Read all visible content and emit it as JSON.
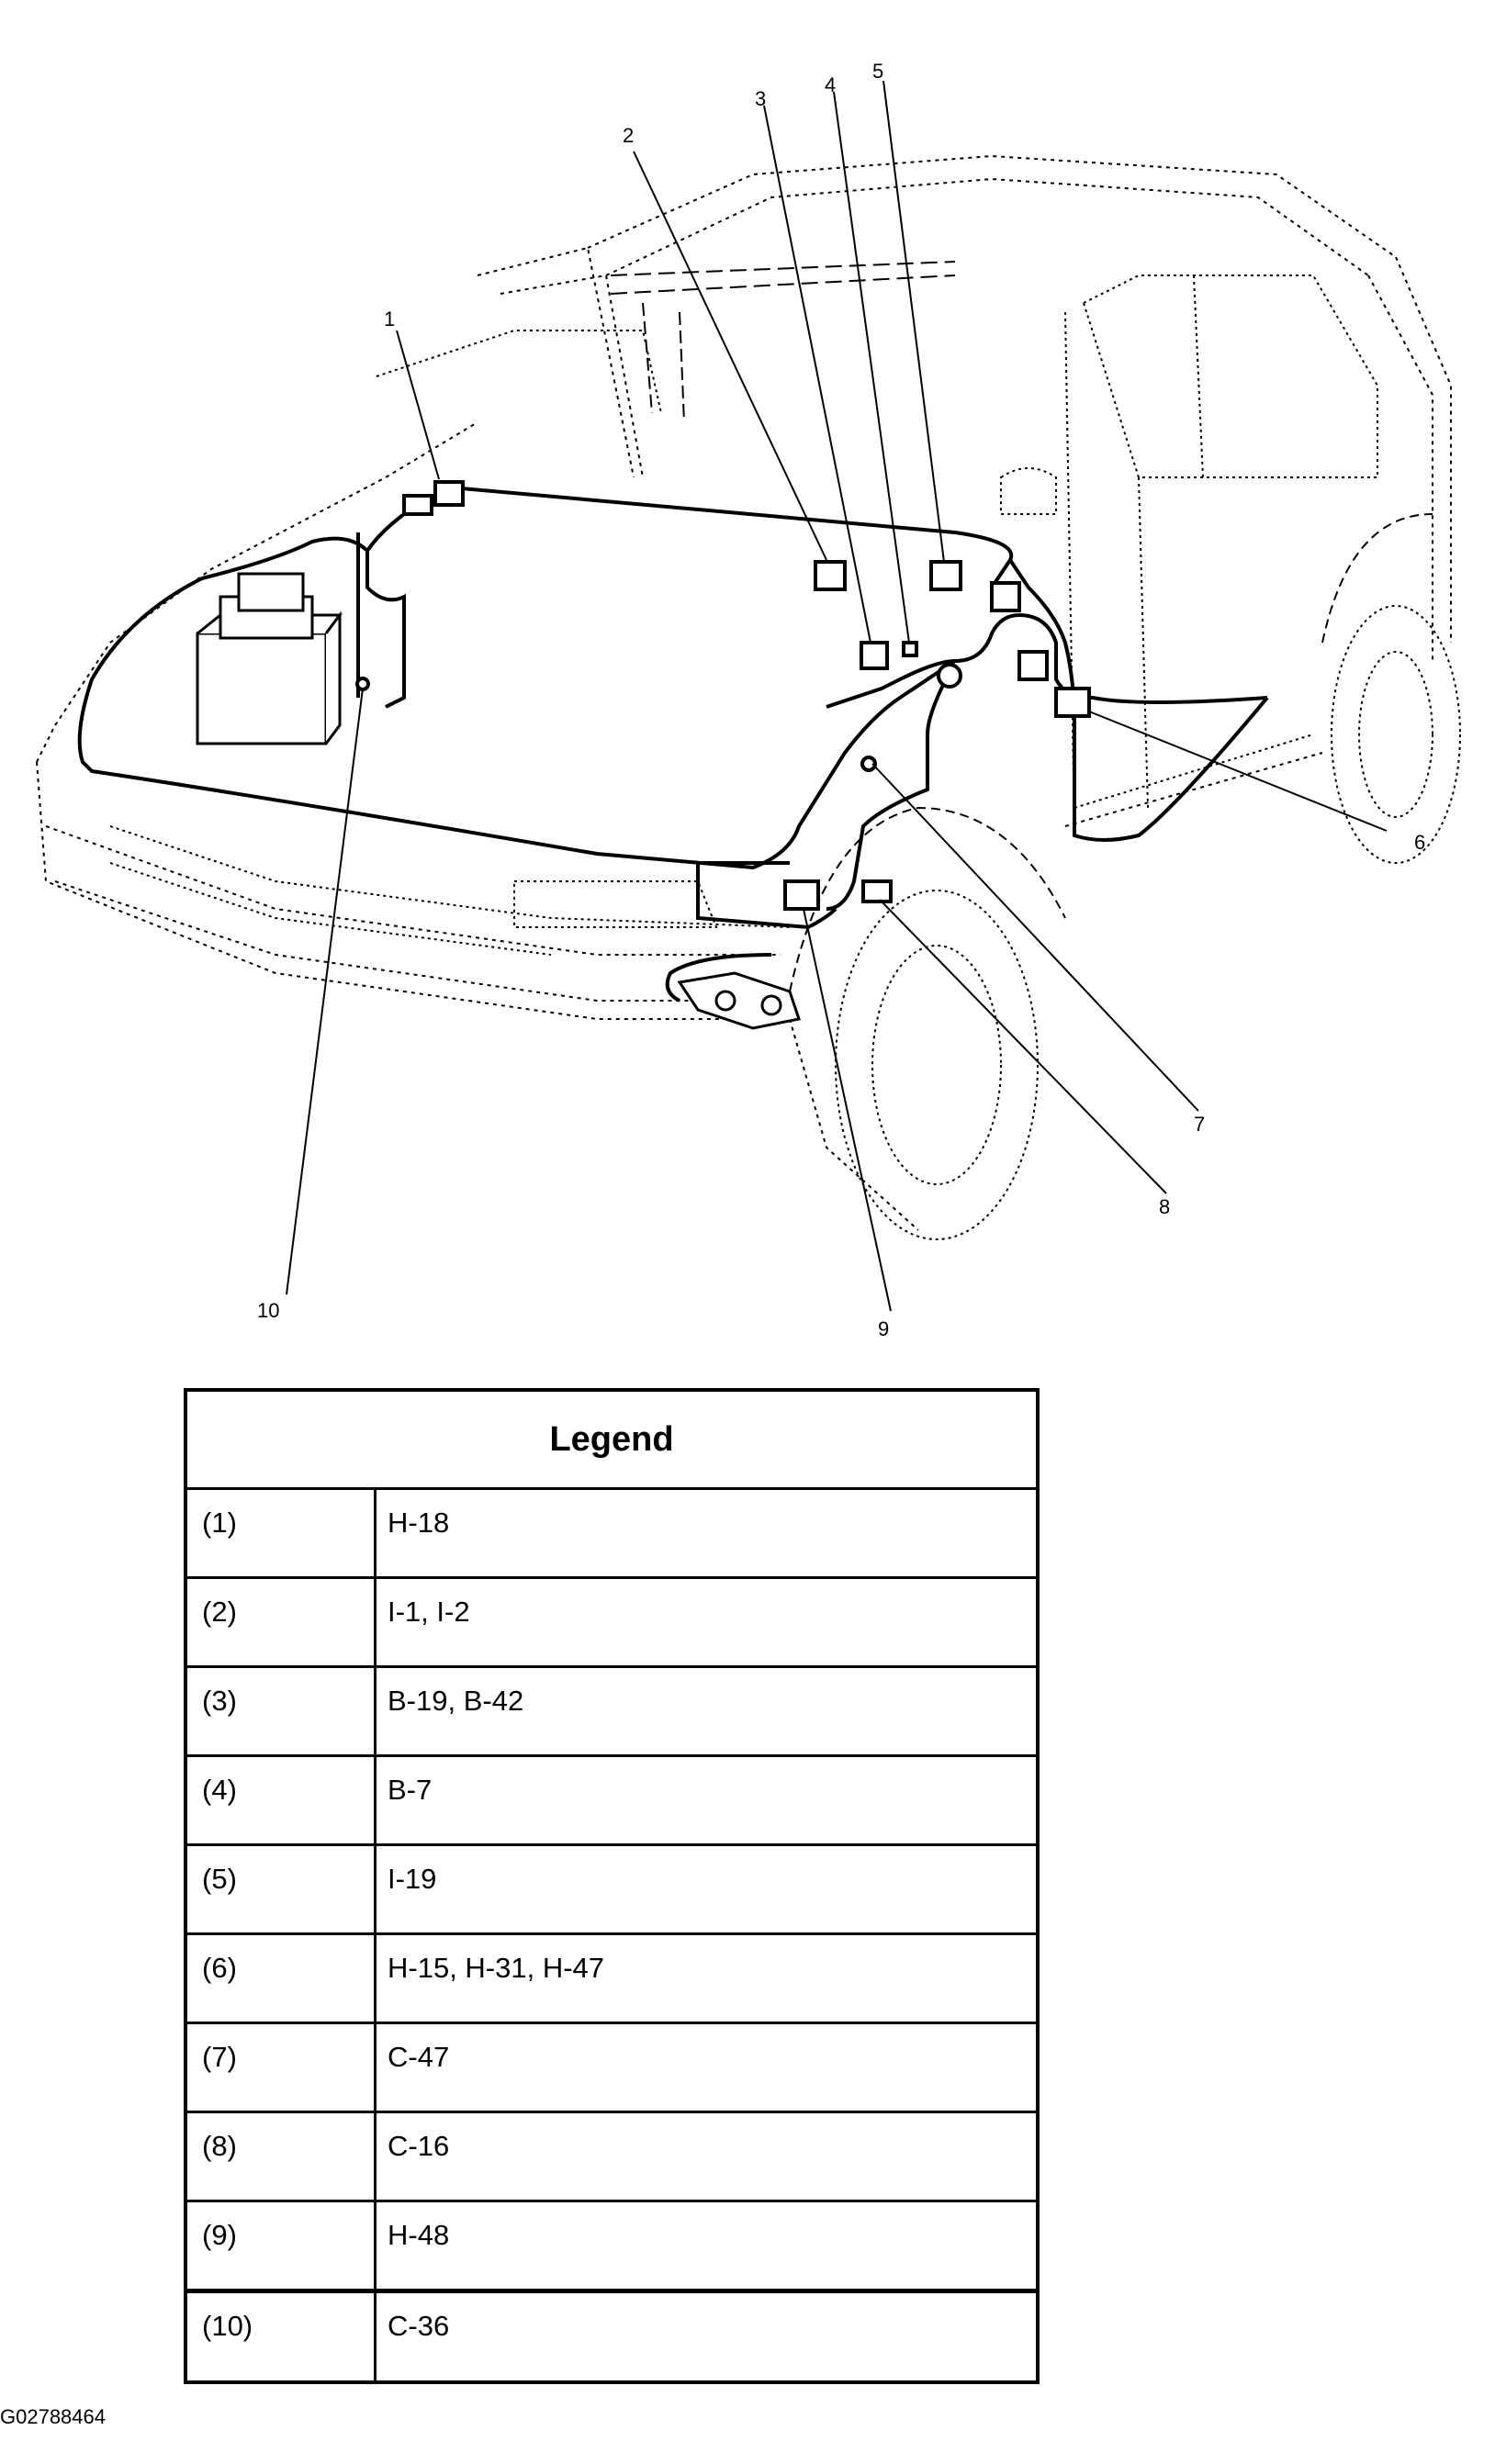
{
  "legend": {
    "title": "Legend",
    "rows": [
      {
        "key": "(1)",
        "value": "H-18"
      },
      {
        "key": "(2)",
        "value": "I-1, I-2"
      },
      {
        "key": "(3)",
        "value": "B-19, B-42"
      },
      {
        "key": "(4)",
        "value": "B-7"
      },
      {
        "key": "(5)",
        "value": "I-19"
      },
      {
        "key": "(6)",
        "value": "H-15, H-31, H-47"
      },
      {
        "key": "(7)",
        "value": "C-47"
      },
      {
        "key": "(8)",
        "value": "C-16"
      },
      {
        "key": "(9)",
        "value": "H-48"
      },
      {
        "key": "(10)",
        "value": "C-36"
      }
    ]
  },
  "callouts": {
    "c1": "1",
    "c2": "2",
    "c3": "3",
    "c4": "4",
    "c5": "5",
    "c6": "6",
    "c7": "7",
    "c8": "8",
    "c9": "9",
    "c10": "10"
  },
  "figure_id": "G02788464"
}
